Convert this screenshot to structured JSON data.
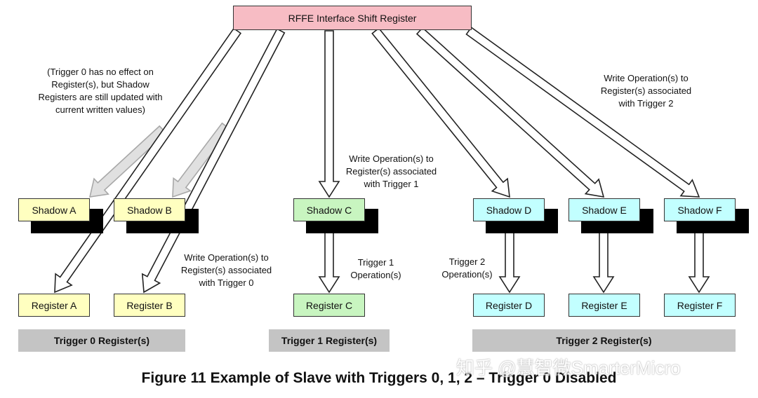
{
  "top_register": {
    "label": "RFFE Interface Shift Register"
  },
  "shadows": [
    {
      "label": "Shadow A"
    },
    {
      "label": "Shadow B"
    },
    {
      "label": "Shadow C"
    },
    {
      "label": "Shadow D"
    },
    {
      "label": "Shadow E"
    },
    {
      "label": "Shadow F"
    }
  ],
  "registers": [
    {
      "label": "Register A"
    },
    {
      "label": "Register B"
    },
    {
      "label": "Register C"
    },
    {
      "label": "Register D"
    },
    {
      "label": "Register E"
    },
    {
      "label": "Register F"
    }
  ],
  "notes": {
    "trigger0_note": "(Trigger 0 has no effect on\nRegister(s), but Shadow\nRegisters are still updated with\ncurrent written values)",
    "write_trigger0": "Write Operation(s) to\nRegister(s) associated\nwith Trigger 0",
    "write_trigger1": "Write Operation(s) to\nRegister(s) associated\nwith Trigger 1",
    "write_trigger2": "Write Operation(s) to\nRegister(s) associated\nwith Trigger 2",
    "trigger1_ops": "Trigger 1\nOperation(s)",
    "trigger2_ops": "Trigger 2\nOperation(s)"
  },
  "groups": [
    {
      "label": "Trigger 0 Register(s)"
    },
    {
      "label": "Trigger 1 Register(s)"
    },
    {
      "label": "Trigger 2 Register(s)"
    }
  ],
  "caption": "Figure 11 Example of Slave with Triggers 0, 1, 2 – Trigger 0 Disabled",
  "watermark": "知乎 @慧智微SmarterMicro",
  "colors": {
    "top_register": "#f7bcc4",
    "shadow_trigger0": "#ffffc0",
    "shadow_trigger1": "#c8f5c0",
    "shadow_trigger2": "#c2ffff",
    "group_bar": "#c4c4c4"
  }
}
